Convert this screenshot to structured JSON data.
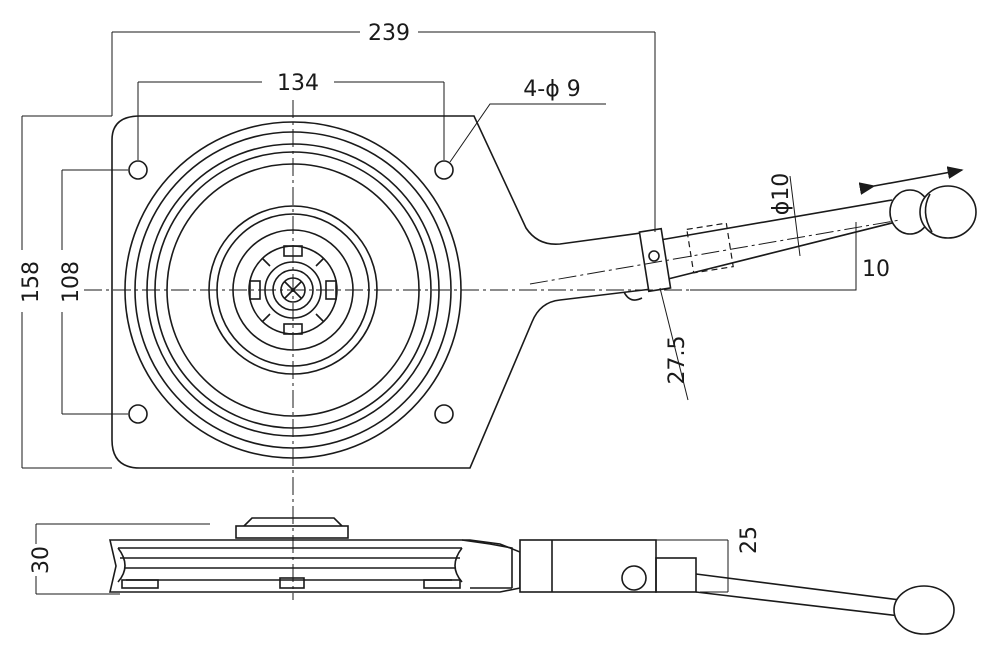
{
  "drawing": {
    "dim_overall_width": "239",
    "dim_hole_spacing_x": "134",
    "dim_hole_callout": "4-ϕ 9",
    "dim_rod_diameter": "ϕ10",
    "dim_overall_height": "158",
    "dim_hole_spacing_y": "108",
    "dim_lever_offset": "10",
    "dim_lever_length": "27.5",
    "dim_side_height": "30",
    "dim_side_lever": "25"
  },
  "colors": {
    "line": "#1a1a1a",
    "background": "#ffffff"
  },
  "icons": {
    "motion": "double-arrow-icon"
  }
}
